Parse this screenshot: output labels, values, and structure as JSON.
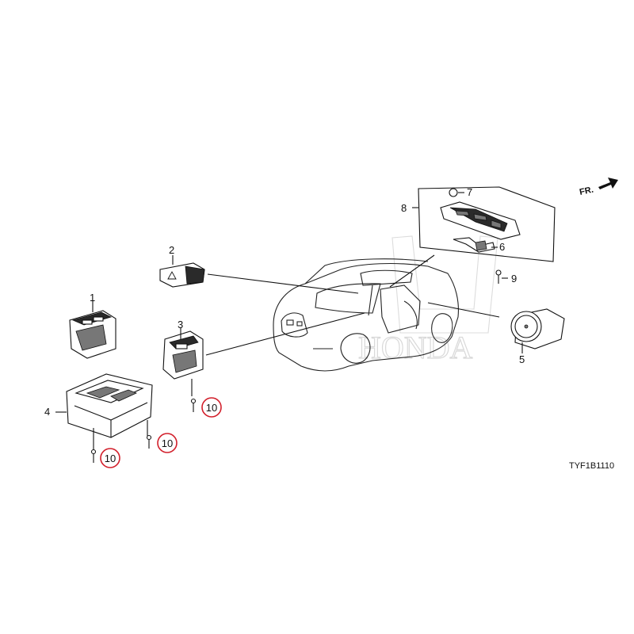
{
  "diagram_code": "TYF1B1110",
  "direction_label": "FR.",
  "brand_watermark": "HONDA",
  "callouts": [
    {
      "id": "1",
      "label": "1"
    },
    {
      "id": "2",
      "label": "2"
    },
    {
      "id": "3",
      "label": "3"
    },
    {
      "id": "4",
      "label": "4"
    },
    {
      "id": "5",
      "label": "5"
    },
    {
      "id": "6",
      "label": "6"
    },
    {
      "id": "7",
      "label": "7"
    },
    {
      "id": "8",
      "label": "8"
    },
    {
      "id": "9",
      "label": "9"
    }
  ],
  "highlighted_callouts": [
    {
      "label": "10"
    },
    {
      "label": "10"
    },
    {
      "label": "10"
    }
  ],
  "colors": {
    "highlight_ring": "#d21f2b",
    "line": "#111111",
    "watermark": "#d9d9d9"
  }
}
